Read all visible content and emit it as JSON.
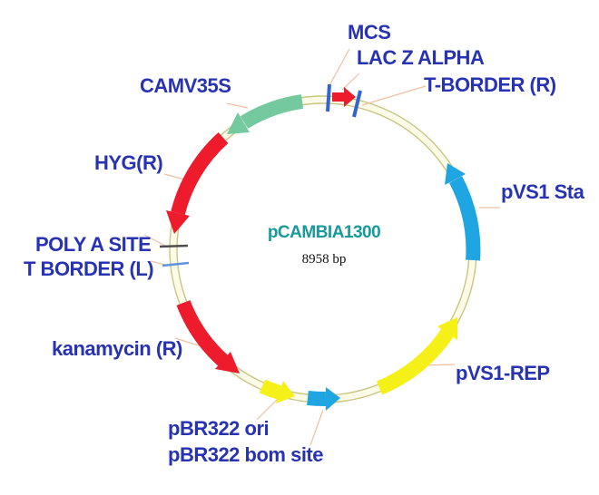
{
  "plasmid": {
    "name": "pCAMBIA1300",
    "size": "8958 bp"
  },
  "features": {
    "mcs": {
      "label": "MCS"
    },
    "lacz": {
      "label": "LAC Z ALPHA"
    },
    "tborder_r": {
      "label": "T-BORDER (R)"
    },
    "pvs1_sta": {
      "label": "pVS1 Sta"
    },
    "pvs1_rep": {
      "label": "pVS1-REP"
    },
    "pbr322_ori": {
      "label": "pBR322 ori"
    },
    "pbr322_bom": {
      "label": "pBR322 bom site"
    },
    "kanamycin": {
      "label": "kanamycin (R)"
    },
    "tborder_l": {
      "label": "T BORDER (L)"
    },
    "polya": {
      "label": "POLY A SITE"
    },
    "hyg": {
      "label": "HYG(R)"
    },
    "camv35s": {
      "label": "CAMV35S"
    }
  },
  "colors": {
    "red": "#EE1B2D",
    "green": "#74C99E",
    "yellow": "#F5F017",
    "blue": "#1FA6E2",
    "tick_blue": "#3465CF",
    "tick_lightblue": "#5C93DC",
    "tick_gray": "#4D4D4D",
    "ring_edge": "#C9C583",
    "ring_fill": "#FBFBE8",
    "leader": "#EFC0A0",
    "label_navy": "#2733B2",
    "title_teal": "#189A9C",
    "bp_black": "#111111"
  }
}
